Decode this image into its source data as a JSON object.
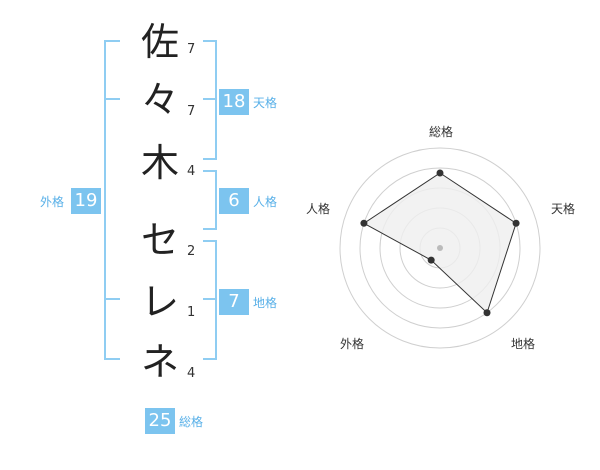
{
  "name_chars": [
    {
      "char": "佐",
      "strokes": "7"
    },
    {
      "char": "々",
      "strokes": "7"
    },
    {
      "char": "木",
      "strokes": "4"
    },
    {
      "char": "セ",
      "strokes": "2"
    },
    {
      "char": "レ",
      "strokes": "1"
    },
    {
      "char": "ネ",
      "strokes": "4"
    }
  ],
  "kaku": {
    "tenkaku": {
      "label": "天格",
      "value": "18"
    },
    "jinkaku": {
      "label": "人格",
      "value": "6"
    },
    "chikaku": {
      "label": "地格",
      "value": "7"
    },
    "gaikaku": {
      "label": "外格",
      "value": "19"
    },
    "soukaku": {
      "label": "総格",
      "value": "25"
    }
  },
  "chart_data": {
    "type": "radar",
    "axes": [
      "総格",
      "天格",
      "地格",
      "外格",
      "人格"
    ],
    "values": [
      0.75,
      0.8,
      0.8,
      0.15,
      0.8
    ],
    "rings": 5,
    "colors": {
      "fill": "#efefef",
      "line": "#333333",
      "ring": "#cfcfcf",
      "center": "#bbbbbb"
    }
  },
  "colors": {
    "accent": "#7cc4ef",
    "bracket": "#8fcdf2",
    "label": "#58b0e8"
  }
}
